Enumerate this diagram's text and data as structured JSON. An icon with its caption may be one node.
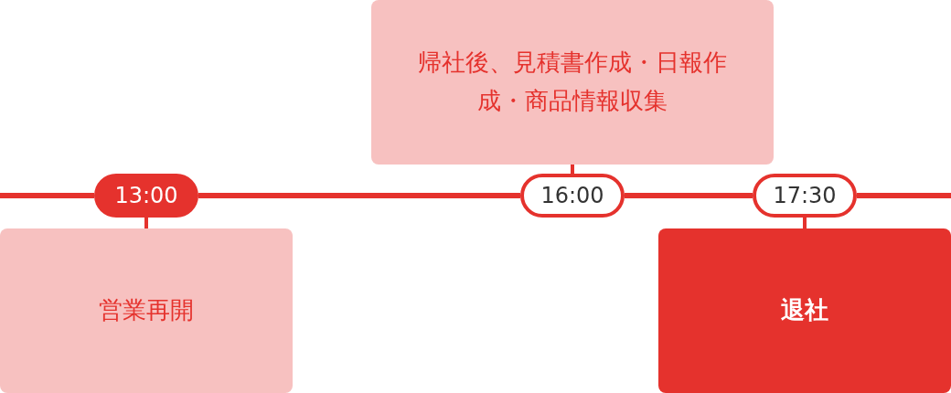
{
  "diagram": {
    "nodes": [
      {
        "text": [
          "13:00"
        ]
      },
      {
        "text": [
          "営業再開"
        ]
      },
      {
        "text": [
          "帰社後、見積書作成・日報作成・商品情報収集"
        ]
      },
      {
        "text": [
          "16:00"
        ]
      },
      {
        "text": [
          "17:30"
        ]
      },
      {
        "text": [
          "退社"
        ]
      }
    ],
    "edges": [
      {
        "from": null,
        "to": 0,
        "arrow": "none"
      },
      {
        "from": 0,
        "to": 3,
        "arrow": "none"
      },
      {
        "from": 3,
        "to": 4,
        "arrow": "none"
      },
      {
        "from": 4,
        "to": null,
        "arrow": "none"
      },
      {
        "from": 0,
        "to": 1,
        "arrow": "none"
      },
      {
        "from": 3,
        "to": 2,
        "arrow": "none"
      },
      {
        "from": 4,
        "to": 5,
        "arrow": "none"
      }
    ]
  }
}
